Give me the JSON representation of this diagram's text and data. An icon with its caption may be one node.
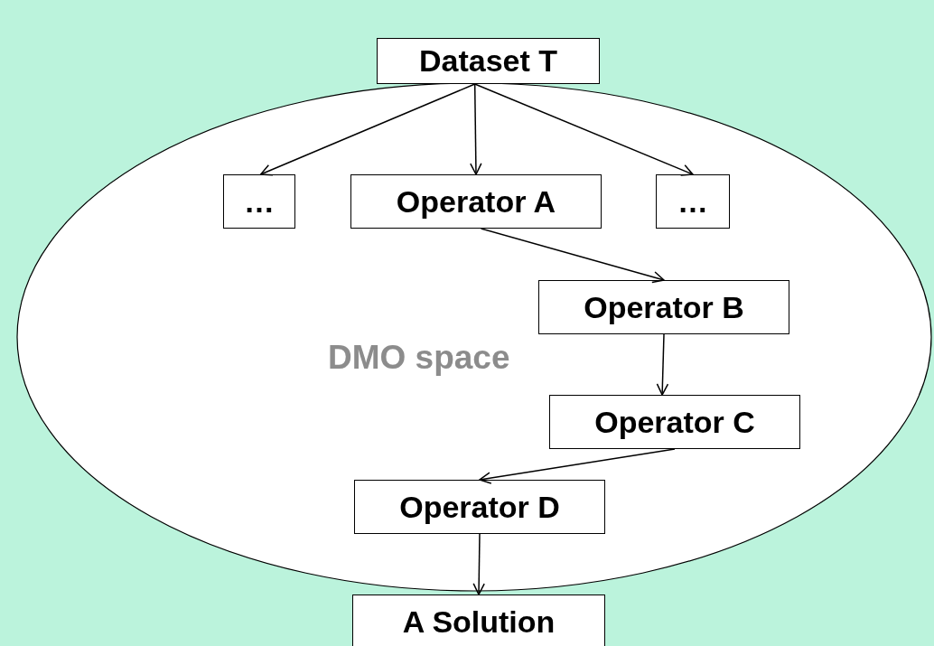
{
  "diagram": {
    "nodes": [
      {
        "text": [
          "Dataset T"
        ]
      },
      {
        "text": [
          "DMO space"
        ]
      },
      {
        "text": [
          "…"
        ],
        "in": 1
      },
      {
        "text": [
          "Operator A"
        ],
        "in": 1
      },
      {
        "text": [
          "…"
        ],
        "in": 1
      },
      {
        "text": [
          "Operator B"
        ],
        "in": 1
      },
      {
        "text": [
          "Operator C"
        ],
        "in": 1
      },
      {
        "text": [
          "Operator D"
        ],
        "in": 1
      },
      {
        "text": [
          "A Solution"
        ]
      }
    ],
    "edges": [
      {
        "from": 0,
        "to": 2,
        "arrow": "to"
      },
      {
        "from": 0,
        "to": 3,
        "arrow": "to"
      },
      {
        "from": 0,
        "to": 4,
        "arrow": "to"
      },
      {
        "from": 3,
        "to": 5,
        "arrow": "to"
      },
      {
        "from": 5,
        "to": 6,
        "arrow": "to"
      },
      {
        "from": 6,
        "to": 7,
        "arrow": "to"
      },
      {
        "from": 7,
        "to": 8,
        "arrow": "to"
      }
    ]
  }
}
